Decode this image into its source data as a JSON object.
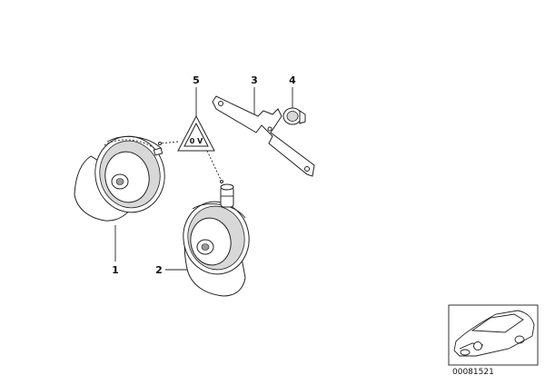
{
  "callouts": [
    {
      "id": "1",
      "label": "1"
    },
    {
      "id": "2",
      "label": "2"
    },
    {
      "id": "3",
      "label": "3"
    },
    {
      "id": "4",
      "label": "4"
    },
    {
      "id": "5",
      "label": "5"
    }
  ],
  "label_sticker_text": "0 V",
  "thumbnail": {
    "ref_number": "00081521"
  },
  "icons": [
    "horn-icon",
    "bracket-icon",
    "nut-icon",
    "warning-label-icon",
    "car-thumbnail-icon"
  ]
}
